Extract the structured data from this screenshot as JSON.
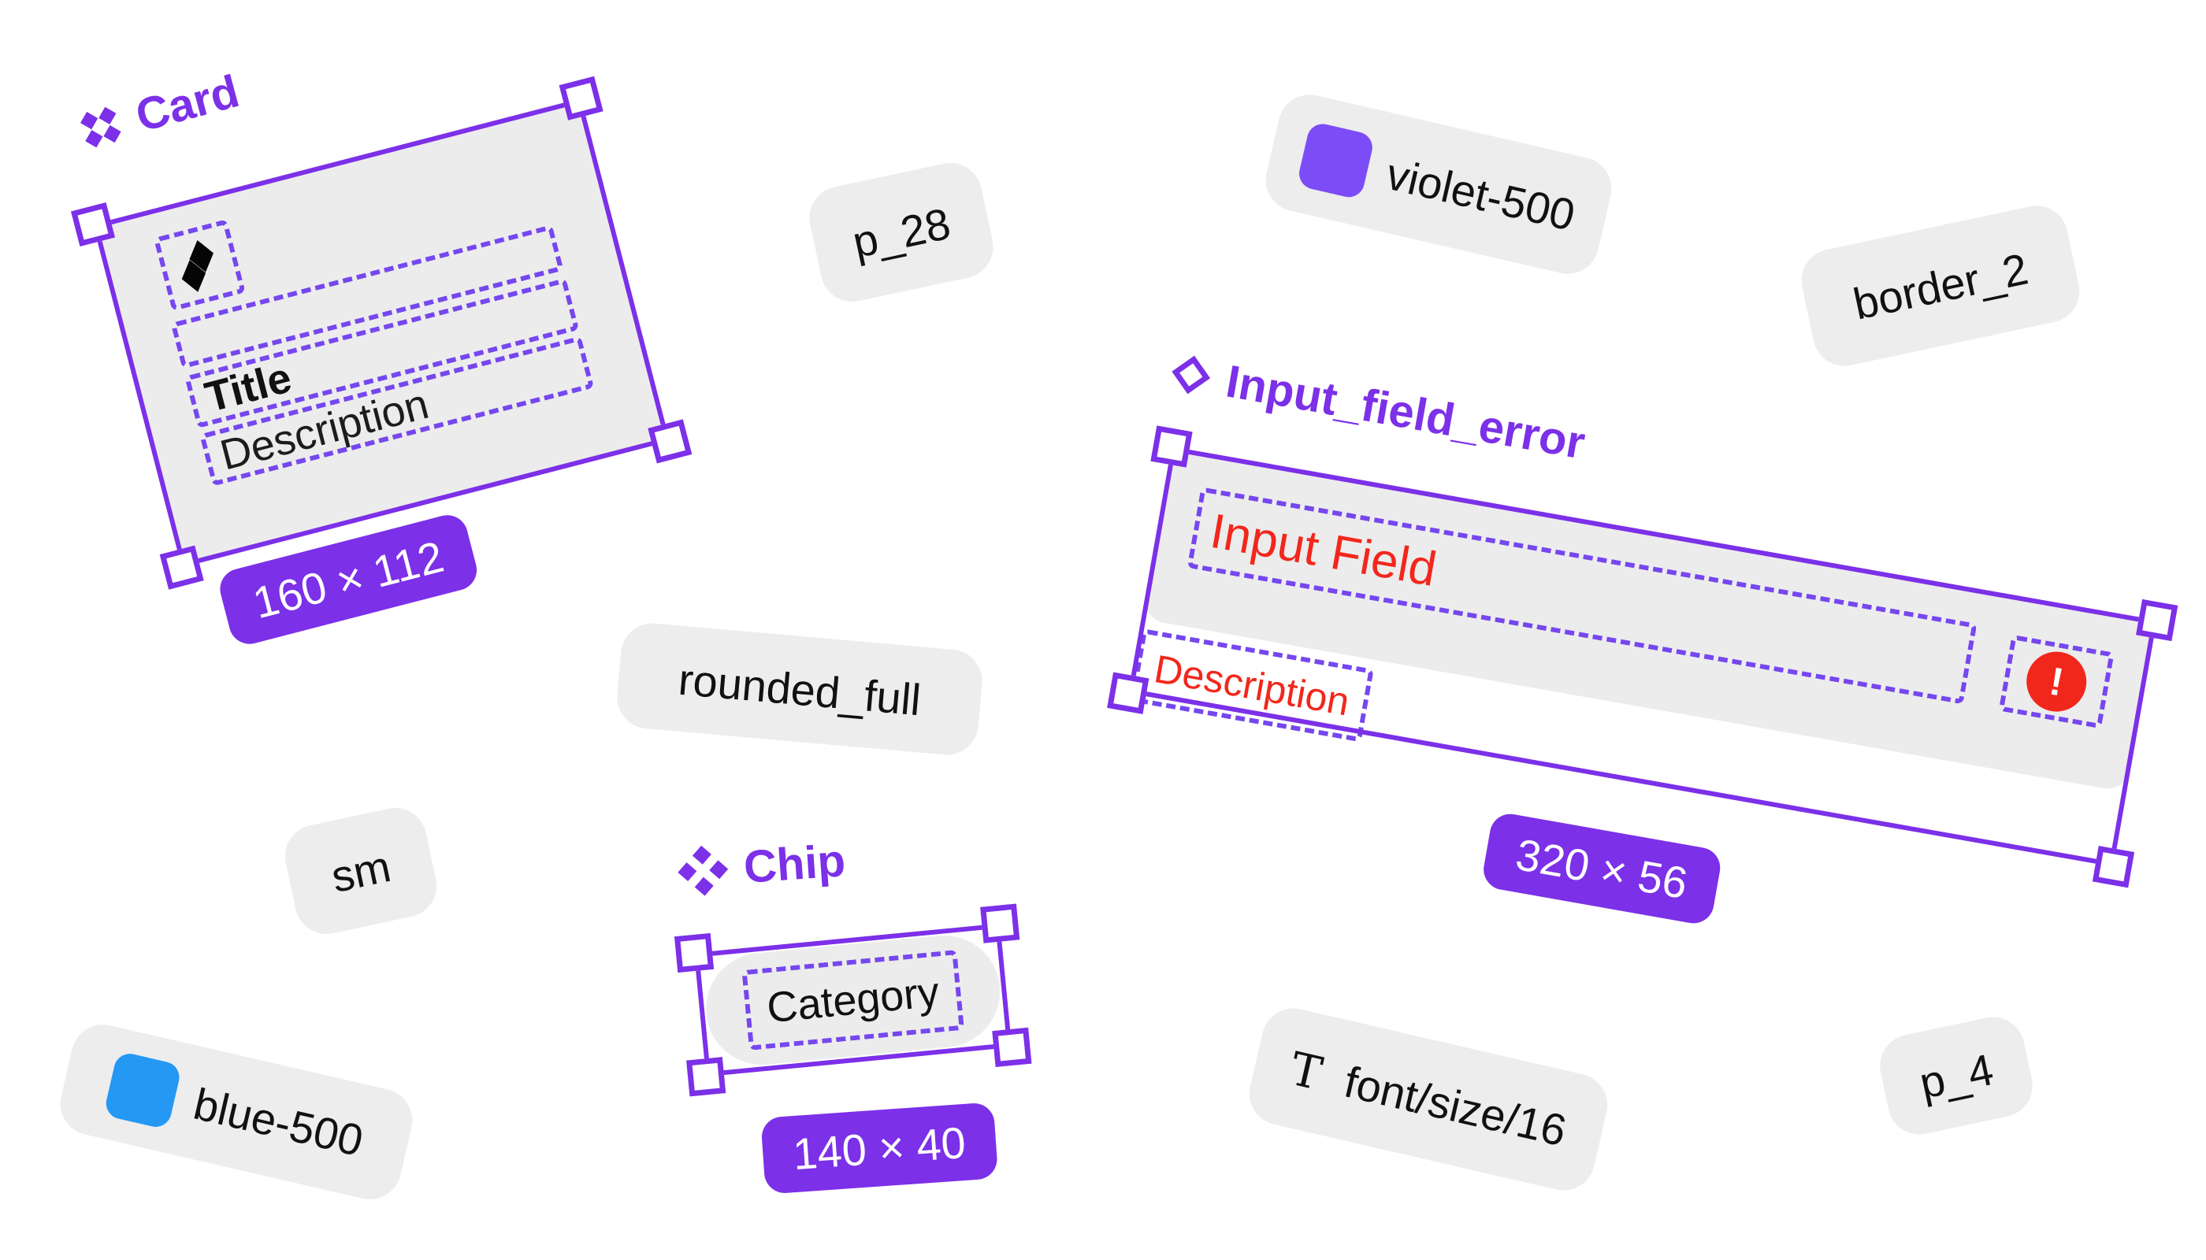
{
  "colors": {
    "accent": "#7c30e8",
    "dashed_border": "#7647ef",
    "component_bg": "#ececec",
    "chip_bg": "#ededee",
    "error_red": "#f2271c",
    "violet_500_swatch": "#7c4df6",
    "blue_500_swatch": "#2598f4"
  },
  "card_component": {
    "label": "Card",
    "title": "Title",
    "description": "Description",
    "size_badge": "160 × 112"
  },
  "input_component": {
    "label": "Input_field_error",
    "field_label": "Input Field",
    "description": "Description",
    "error_mark": "!",
    "size_badge": "320 × 56"
  },
  "chip_component": {
    "label": "Chip",
    "text": "Category",
    "size_badge": "140 × 40"
  },
  "tags": {
    "p_28": "p_28",
    "violet_500": "violet-500",
    "border_2": "border_2",
    "rounded_full": "rounded_full",
    "sm": "sm",
    "blue_500": "blue-500",
    "t_glyph": "T",
    "font_size_16": "font/size/16",
    "p_4": "p_4"
  }
}
